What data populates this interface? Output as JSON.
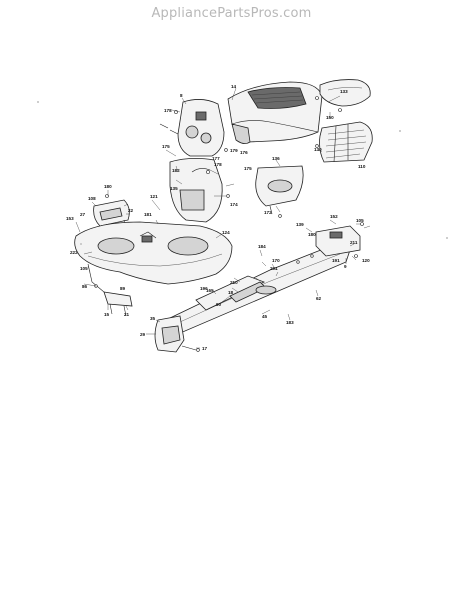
{
  "watermark": "AppliancePartsPros.com",
  "part_labels": {
    "hood": "14",
    "lens_top": "150",
    "lens_side": "133",
    "grille_side": "130",
    "grille_bolt": "110",
    "dash_top": "8",
    "dash_left": "178",
    "dash_bolt": "175",
    "dash_bracket": "179",
    "panel_177": "177",
    "panel_178": "178",
    "panel_176": "176",
    "dash_lower": "182",
    "panel_135": "135",
    "panel_175": "175",
    "panel_174": "174",
    "heat_shield": "136",
    "shield_bolt": "172",
    "pedal_top": "180",
    "pedal_108": "108",
    "pedal_22": "22",
    "seat_181": "181",
    "seat_124": "124",
    "frame_left_153": "153",
    "frame_27": "27",
    "frame_222": "222",
    "frame_121": "121",
    "latch_105": "105",
    "latch_86": "86",
    "latch_15": "15",
    "latch_21": "21",
    "latch_89": "89",
    "axle_35": "35",
    "axle_29": "29",
    "axle_17": "17",
    "rail_183": "183",
    "rail_196": "196",
    "rail_184": "184",
    "rail_210": "210",
    "rail_18": "18",
    "rail_90": "90",
    "rail_45": "45",
    "rail_170": "170",
    "rail_62": "62",
    "rail_139": "139",
    "rail_180": "180",
    "rail_152": "152",
    "rail_105r": "105",
    "rail_120": "120",
    "rail_211": "211",
    "rail_201": "201",
    "rail_9": "9",
    "rail_191": "191",
    "rail_165": "165"
  }
}
